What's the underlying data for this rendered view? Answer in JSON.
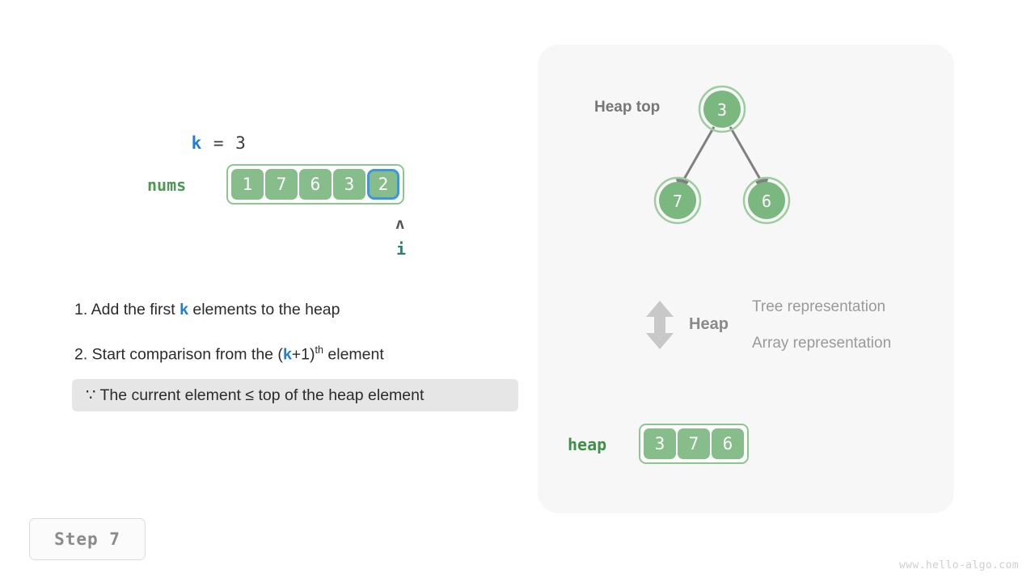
{
  "left": {
    "k_assign": {
      "var": "k",
      "operator": "=",
      "value": "3"
    },
    "nums": {
      "label": "nums",
      "values": [
        "1",
        "7",
        "6",
        "3",
        "2"
      ],
      "highlight_index": 4,
      "highlight_color": "#3b96e0"
    },
    "pointer": {
      "caret": "ʌ",
      "name": "i"
    },
    "steps": [
      {
        "prefix": "1. Add the first ",
        "var": "k",
        "suffix": " elements to the heap"
      },
      {
        "prefix": "2. Start comparison from the (",
        "var": "k",
        "mid": "+1)",
        "sup": "th",
        "suffix": " element"
      }
    ],
    "reason": "∵ The current element ≤ top of the heap element",
    "step_badge": "Step  7",
    "watermark": "www.hello-algo.com"
  },
  "right": {
    "heap_top_label": "Heap top",
    "tree": {
      "root": "3",
      "left_child": "7",
      "right_child": "6"
    },
    "legend": {
      "title": "Heap",
      "line1": "Tree representation",
      "line2": "Array representation",
      "icon": "up-down-arrow-icon"
    },
    "heap_array": {
      "label": "heap",
      "values": [
        "3",
        "7",
        "6"
      ]
    }
  },
  "colors": {
    "node_fill": "#7ab880",
    "node_ring": "#9ecb9f",
    "cell_fill": "#86bd8a",
    "accent_blue": "#1f7fd4",
    "highlight_blue": "#3b96e0",
    "panel_bg": "#f7f7f7",
    "reason_bg": "#e6e6e6",
    "arrow_gray": "#808080"
  }
}
